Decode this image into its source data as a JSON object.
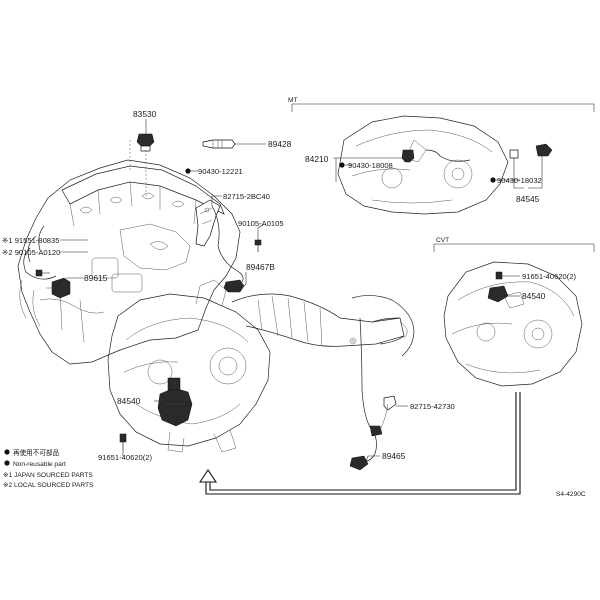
{
  "labels": {
    "p83530": "83530",
    "p89428": "89428",
    "p90430_12221": "90430-12221",
    "p82715_2bc40": "82715-2BC40",
    "p90105_a0105": "90105-A0105",
    "p91551_80835": "※1 91551-80835",
    "p90105_a0120": "※2 90105-A0120",
    "p89615": "89615",
    "p89467b": "89467B",
    "p84540_main": "84540",
    "p91651_40620_main": "91651-40620(2)",
    "p82715_42730": "82715-42730",
    "p89465": "89465",
    "p84210": "84210",
    "p90430_18008": "90430-18008",
    "p90430_18032": "90430-18032",
    "p84545": "84545",
    "p91651_40620_cvt": "91651-40620(2)",
    "p84540_cvt": "84540"
  },
  "sections": {
    "mt_tag": "MT",
    "cvt_tag": "CVT"
  },
  "legend": {
    "jp_non_reusable": "再使用不可部品",
    "non_reusable": "Non-reusable part",
    "japan_sourced": "※1 JAPAN SOURCED PARTS",
    "local_sourced": "※2 LOCAL SOURCED PARTS"
  },
  "figure_id": "S4-4290C"
}
